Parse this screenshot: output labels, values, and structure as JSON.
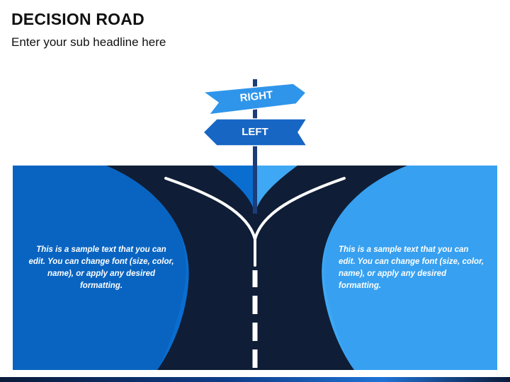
{
  "header": {
    "title": "DECISION ROAD",
    "subtitle": "Enter your sub headline here"
  },
  "signs": {
    "right_label": "RIGHT",
    "left_label": "LEFT"
  },
  "panels": {
    "left_text": "This is a sample text that you can edit. You can change font (size, color, name), or apply any desired formatting.",
    "right_text": "This is a sample text that you can edit. You can change font (size, color, name), or apply any desired formatting."
  },
  "colors": {
    "left_panel": "#0a6ed1",
    "right_panel": "#3fa8f4",
    "left_bank": "#0a5cb5",
    "right_bank": "#2f97ec",
    "road": "#0f1e36",
    "sign_right": "#2f95ea",
    "sign_left": "#1766c4",
    "pole": "#1b3d7a"
  }
}
